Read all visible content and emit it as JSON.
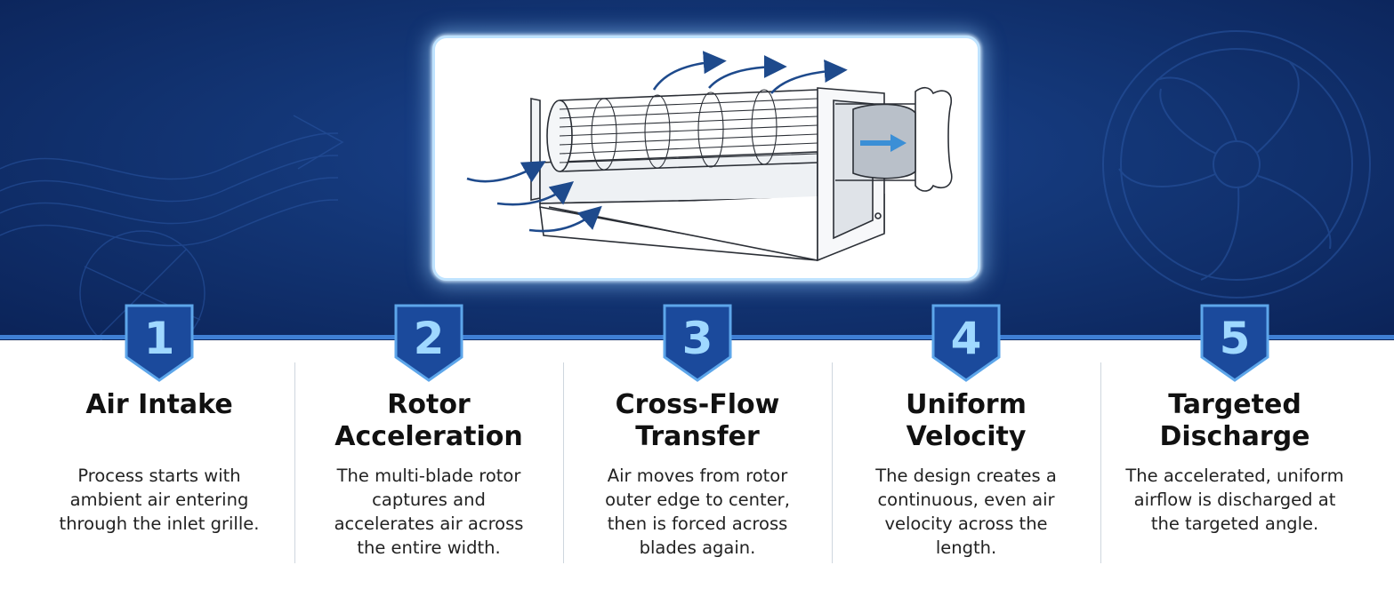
{
  "colors": {
    "hero_dark": "#0b2358",
    "hero_mid": "#1c4592",
    "accent_line": "#3f7fd4",
    "badge_fill": "#1b4a9c",
    "badge_number": "#9fd8ff",
    "arrow_blue": "#1e4a8c",
    "text_dark": "#111111"
  },
  "illustration": {
    "icon": "cross-flow-fan-unit-icon"
  },
  "steps": [
    {
      "number": "1",
      "title_lines": [
        "Air Intake"
      ],
      "desc_lines": [
        "Process starts with",
        "ambient air entering",
        "through the inlet grille."
      ]
    },
    {
      "number": "2",
      "title_lines": [
        "Rotor",
        "Acceleration"
      ],
      "desc_lines": [
        "The multi-blade rotor",
        "captures and",
        "accelerates air across",
        "the entire width."
      ]
    },
    {
      "number": "3",
      "title_lines": [
        "Cross-Flow",
        "Transfer"
      ],
      "desc_lines": [
        "Air moves from rotor",
        "outer edge to center,",
        "then is forced across",
        "blades again."
      ]
    },
    {
      "number": "4",
      "title_lines": [
        "Uniform",
        "Velocity"
      ],
      "desc_lines": [
        "The design creates a",
        "continuous, even air",
        "velocity across the",
        "length."
      ]
    },
    {
      "number": "5",
      "title_lines": [
        "Targeted",
        "Discharge"
      ],
      "desc_lines": [
        "The accelerated, uniform",
        "airflow is discharged at",
        "the targeted angle."
      ]
    }
  ]
}
